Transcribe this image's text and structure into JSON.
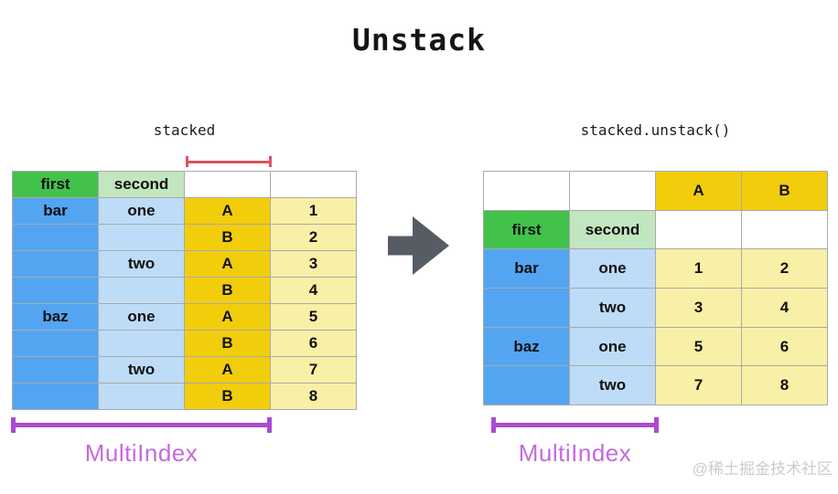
{
  "title": "Unstack",
  "left": {
    "caption": "stacked",
    "bracket_label": "MultiIndex",
    "table": {
      "rows": [
        [
          {
            "t": "first",
            "c": "green"
          },
          {
            "t": "second",
            "c": "lightgreen"
          },
          {
            "t": "",
            "c": "white"
          },
          {
            "t": "",
            "c": "white"
          }
        ],
        [
          {
            "t": "bar",
            "c": "blue"
          },
          {
            "t": "one",
            "c": "lightblue"
          },
          {
            "t": "A",
            "c": "gold"
          },
          {
            "t": "1",
            "c": "yellow"
          }
        ],
        [
          {
            "t": "",
            "c": "blue"
          },
          {
            "t": "",
            "c": "lightblue"
          },
          {
            "t": "B",
            "c": "gold"
          },
          {
            "t": "2",
            "c": "yellow"
          }
        ],
        [
          {
            "t": "",
            "c": "blue"
          },
          {
            "t": "two",
            "c": "lightblue"
          },
          {
            "t": "A",
            "c": "gold"
          },
          {
            "t": "3",
            "c": "yellow"
          }
        ],
        [
          {
            "t": "",
            "c": "blue"
          },
          {
            "t": "",
            "c": "lightblue"
          },
          {
            "t": "B",
            "c": "gold"
          },
          {
            "t": "4",
            "c": "yellow"
          }
        ],
        [
          {
            "t": "baz",
            "c": "blue"
          },
          {
            "t": "one",
            "c": "lightblue"
          },
          {
            "t": "A",
            "c": "gold"
          },
          {
            "t": "5",
            "c": "yellow"
          }
        ],
        [
          {
            "t": "",
            "c": "blue"
          },
          {
            "t": "",
            "c": "lightblue"
          },
          {
            "t": "B",
            "c": "gold"
          },
          {
            "t": "6",
            "c": "yellow"
          }
        ],
        [
          {
            "t": "",
            "c": "blue"
          },
          {
            "t": "two",
            "c": "lightblue"
          },
          {
            "t": "A",
            "c": "gold"
          },
          {
            "t": "7",
            "c": "yellow"
          }
        ],
        [
          {
            "t": "",
            "c": "blue"
          },
          {
            "t": "",
            "c": "lightblue"
          },
          {
            "t": "B",
            "c": "gold"
          },
          {
            "t": "8",
            "c": "yellow"
          }
        ]
      ]
    }
  },
  "right": {
    "caption": "stacked.unstack()",
    "bracket_label": "MultiIndex",
    "table": {
      "rows": [
        [
          {
            "t": "",
            "c": "white"
          },
          {
            "t": "",
            "c": "white"
          },
          {
            "t": "A",
            "c": "gold"
          },
          {
            "t": "B",
            "c": "gold"
          }
        ],
        [
          {
            "t": "first",
            "c": "green-out"
          },
          {
            "t": "second",
            "c": "lightgreen"
          },
          {
            "t": "",
            "c": "white"
          },
          {
            "t": "",
            "c": "white"
          }
        ],
        [
          {
            "t": "bar",
            "c": "blue"
          },
          {
            "t": "one",
            "c": "lightblue"
          },
          {
            "t": "1",
            "c": "yellow"
          },
          {
            "t": "2",
            "c": "yellow"
          }
        ],
        [
          {
            "t": "",
            "c": "blue"
          },
          {
            "t": "two",
            "c": "lightblue"
          },
          {
            "t": "3",
            "c": "yellow"
          },
          {
            "t": "4",
            "c": "yellow"
          }
        ],
        [
          {
            "t": "baz",
            "c": "blue"
          },
          {
            "t": "one",
            "c": "lightblue"
          },
          {
            "t": "5",
            "c": "yellow"
          },
          {
            "t": "6",
            "c": "yellow"
          }
        ],
        [
          {
            "t": "",
            "c": "blue"
          },
          {
            "t": "two",
            "c": "lightblue"
          },
          {
            "t": "7",
            "c": "yellow"
          },
          {
            "t": "8",
            "c": "yellow"
          }
        ]
      ]
    }
  },
  "watermark": "@稀土掘金技术社区",
  "colors": {
    "green": "#42c24b",
    "green-border": "#2a9e35",
    "lightgreen": "#c2e6c0",
    "blue": "#53a5f2",
    "lightblue": "#bedcf8",
    "gold": "#f2cd0c",
    "lightyellow": "#f8f0a6",
    "border": "#a9a9a9",
    "red": "#d9545f",
    "purple": "#ab4bd3",
    "purple-light": "#c56ade",
    "arrow": "#565c64",
    "watermark": "#cccccc"
  }
}
